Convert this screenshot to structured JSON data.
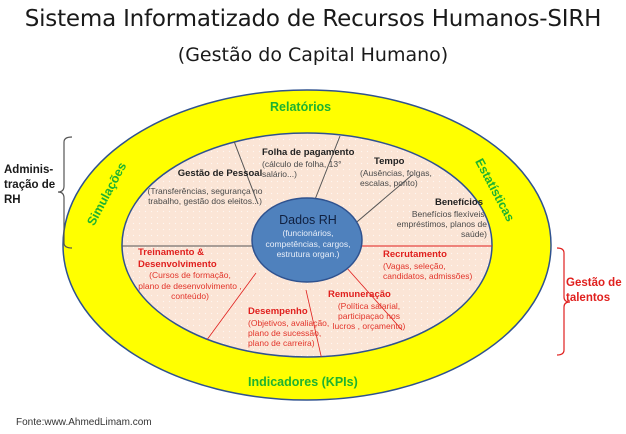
{
  "title": {
    "main": "Sistema Informatizado de Recursos Humanos-SIRH",
    "subtitle": "(Gestão do Capital Humano)"
  },
  "outer_ring": {
    "top": "Relatórios",
    "left": "Simulações",
    "right": "Estatísticas",
    "bottom": "Indicadores (KPIs)"
  },
  "center": {
    "title": "Dados RH",
    "desc": "(funcionários, competências, cargos, estrutura organ.)"
  },
  "segments_admin": [
    {
      "title": "Gestão de Pessoal",
      "desc": "(Transferências, segurança no trabalho, gestão dos eleitos...)"
    },
    {
      "title": "Folha de pagamento",
      "desc": "(cálculo de folha, 13° salário...)"
    },
    {
      "title": "Tempo",
      "desc": "(Ausências, folgas, escalas, ponto)"
    },
    {
      "title": "Benefícios",
      "desc": "Benefícios flexíveis, empréstimos, planos de saúde)"
    }
  ],
  "segments_talent": [
    {
      "title": "Treinamento & Desenvolvimento",
      "desc": "(Cursos de formação, plano de desenvolvimento , conteúdo)"
    },
    {
      "title": "Desempenho",
      "desc": "(Objetivos, avaliação, plano de sucessão, plano de carreira)"
    },
    {
      "title": "Remuneração",
      "desc": "(Política salarial, participaçao nos lucros , orçamento)"
    },
    {
      "title": "Recrutamento",
      "desc": "(Vagas,  seleção, candidatos, admissões)"
    }
  ],
  "side_labels": {
    "left": "Adminis- tração de RH",
    "right": "Gestão de talentos"
  },
  "footer": "Fonte:www.AhmedLimam.com",
  "colors": {
    "outer_ring": "#ffff00",
    "inner_fill": "#fbe5d6",
    "center_fill": "#4f81bd",
    "ring_text": "#1db330",
    "talent_text": "#e0201e",
    "outline": "#2f528f"
  }
}
